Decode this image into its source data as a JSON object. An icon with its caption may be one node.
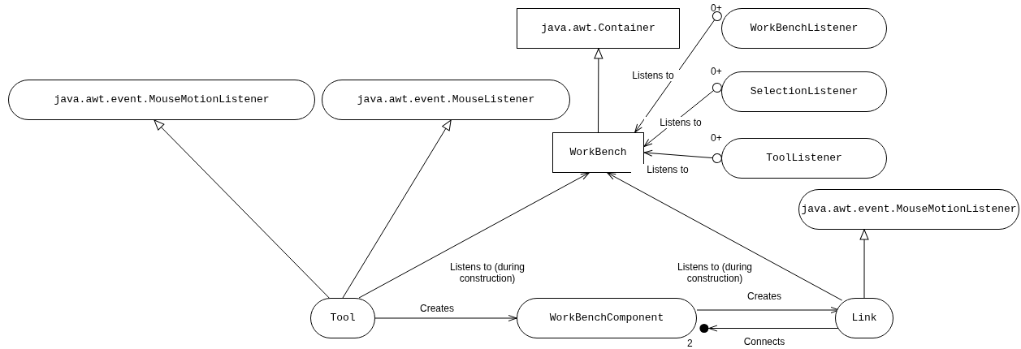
{
  "diagram": {
    "nodes": [
      {
        "text": [
          "java.awt.event.MouseMotionListener"
        ]
      },
      {
        "text": [
          "java.awt.event.MouseListener"
        ]
      },
      {
        "text": [
          "java.awt.Container"
        ]
      },
      {
        "text": [
          "WorkBenchListener"
        ]
      },
      {
        "text": [
          "SelectionListener"
        ]
      },
      {
        "text": [
          "WorkBench"
        ]
      },
      {
        "text": [
          "ToolListener"
        ]
      },
      {
        "text": [
          "java.awt.event.MouseMotionListener"
        ]
      },
      {
        "text": [
          "Tool"
        ]
      },
      {
        "text": [
          "WorkBenchComponent"
        ]
      },
      {
        "text": [
          "Link"
        ]
      }
    ],
    "edges": [
      {
        "from": 8,
        "to": 0,
        "arrow": "to"
      },
      {
        "from": 8,
        "to": 1,
        "arrow": "to"
      },
      {
        "from": 5,
        "to": 2,
        "arrow": "to"
      },
      {
        "from": 3,
        "to": 5,
        "arrow": "to",
        "label": "Listens to"
      },
      {
        "from": 4,
        "to": 5,
        "arrow": "to",
        "label": "Listens to"
      },
      {
        "from": 6,
        "to": 5,
        "arrow": "to",
        "label": "Listens to"
      },
      {
        "from": 8,
        "to": 5,
        "arrow": "to",
        "label": "Listens to (during construction)"
      },
      {
        "from": 10,
        "to": 5,
        "arrow": "to",
        "label": "Listens to (during construction)"
      },
      {
        "from": 10,
        "to": 7,
        "arrow": "to"
      },
      {
        "from": 8,
        "to": 9,
        "arrow": "to",
        "label": "Creates"
      },
      {
        "from": 9,
        "to": 10,
        "arrow": "to",
        "label": "Creates"
      },
      {
        "from": 10,
        "to": 9,
        "arrow": "to",
        "label": "Connects"
      }
    ],
    "labels": [
      "0+",
      "0+",
      "0+",
      "2"
    ]
  }
}
